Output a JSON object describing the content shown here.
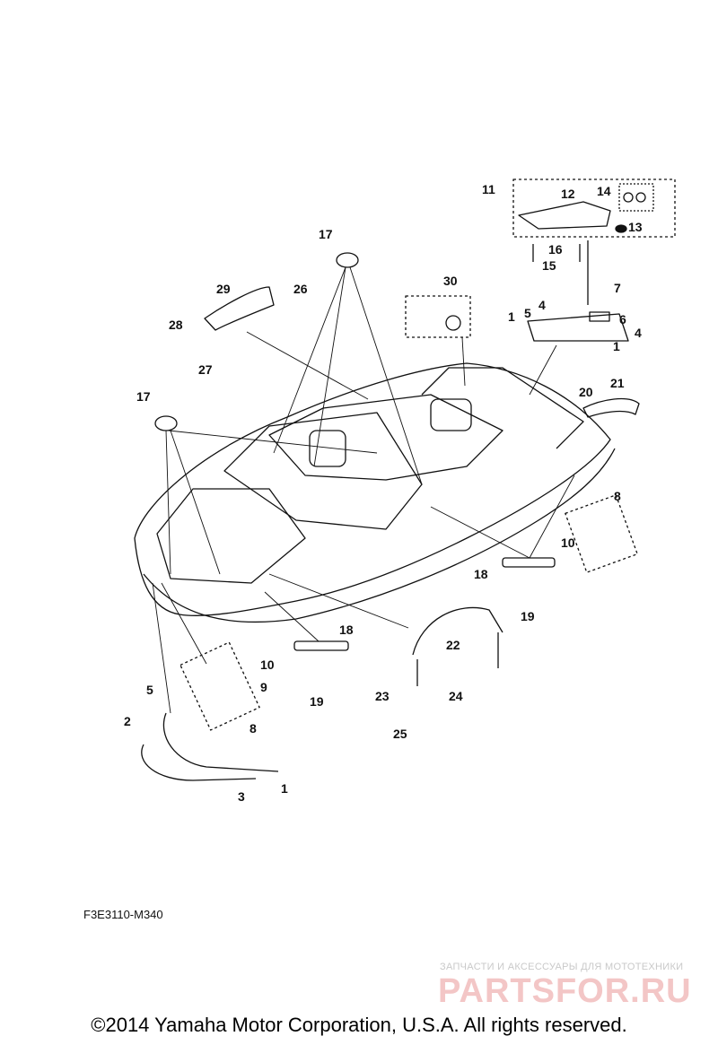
{
  "diagram": {
    "callouts": [
      "11",
      "12",
      "14",
      "13",
      "16",
      "15",
      "17",
      "29",
      "26",
      "28",
      "27",
      "30",
      "7",
      "1",
      "5",
      "4",
      "6",
      "4",
      "1",
      "21",
      "20",
      "17",
      "8",
      "10",
      "18",
      "19",
      "22",
      "18",
      "10",
      "9",
      "19",
      "5",
      "8",
      "2",
      "3",
      "1",
      "23",
      "24",
      "25"
    ]
  },
  "footer": {
    "code": "F3E3110-M340",
    "copyright": "©2014 Yamaha Motor Corporation, U.S.A. All rights reserved."
  },
  "watermark": {
    "tagline": "ЗАПЧАСТИ И АКСЕССУАРЫ ДЛЯ МОТОТЕХНИКИ",
    "brand": "PARTSFOR.RU"
  }
}
